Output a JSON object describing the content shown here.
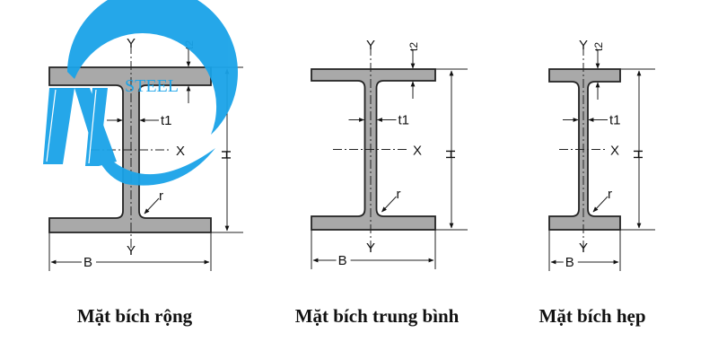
{
  "logo": {
    "text": "STEEL",
    "color": "#1aa3e8"
  },
  "beam_fill": "#a9a9a9",
  "labels": {
    "y": "Y",
    "x": "X",
    "h": "H",
    "b": "B",
    "t1": "t1",
    "t2": "t2",
    "r": "r"
  },
  "captions": [
    "Mặt bích rộng",
    "Mặt bích trung bình",
    "Mặt bích hẹp"
  ]
}
